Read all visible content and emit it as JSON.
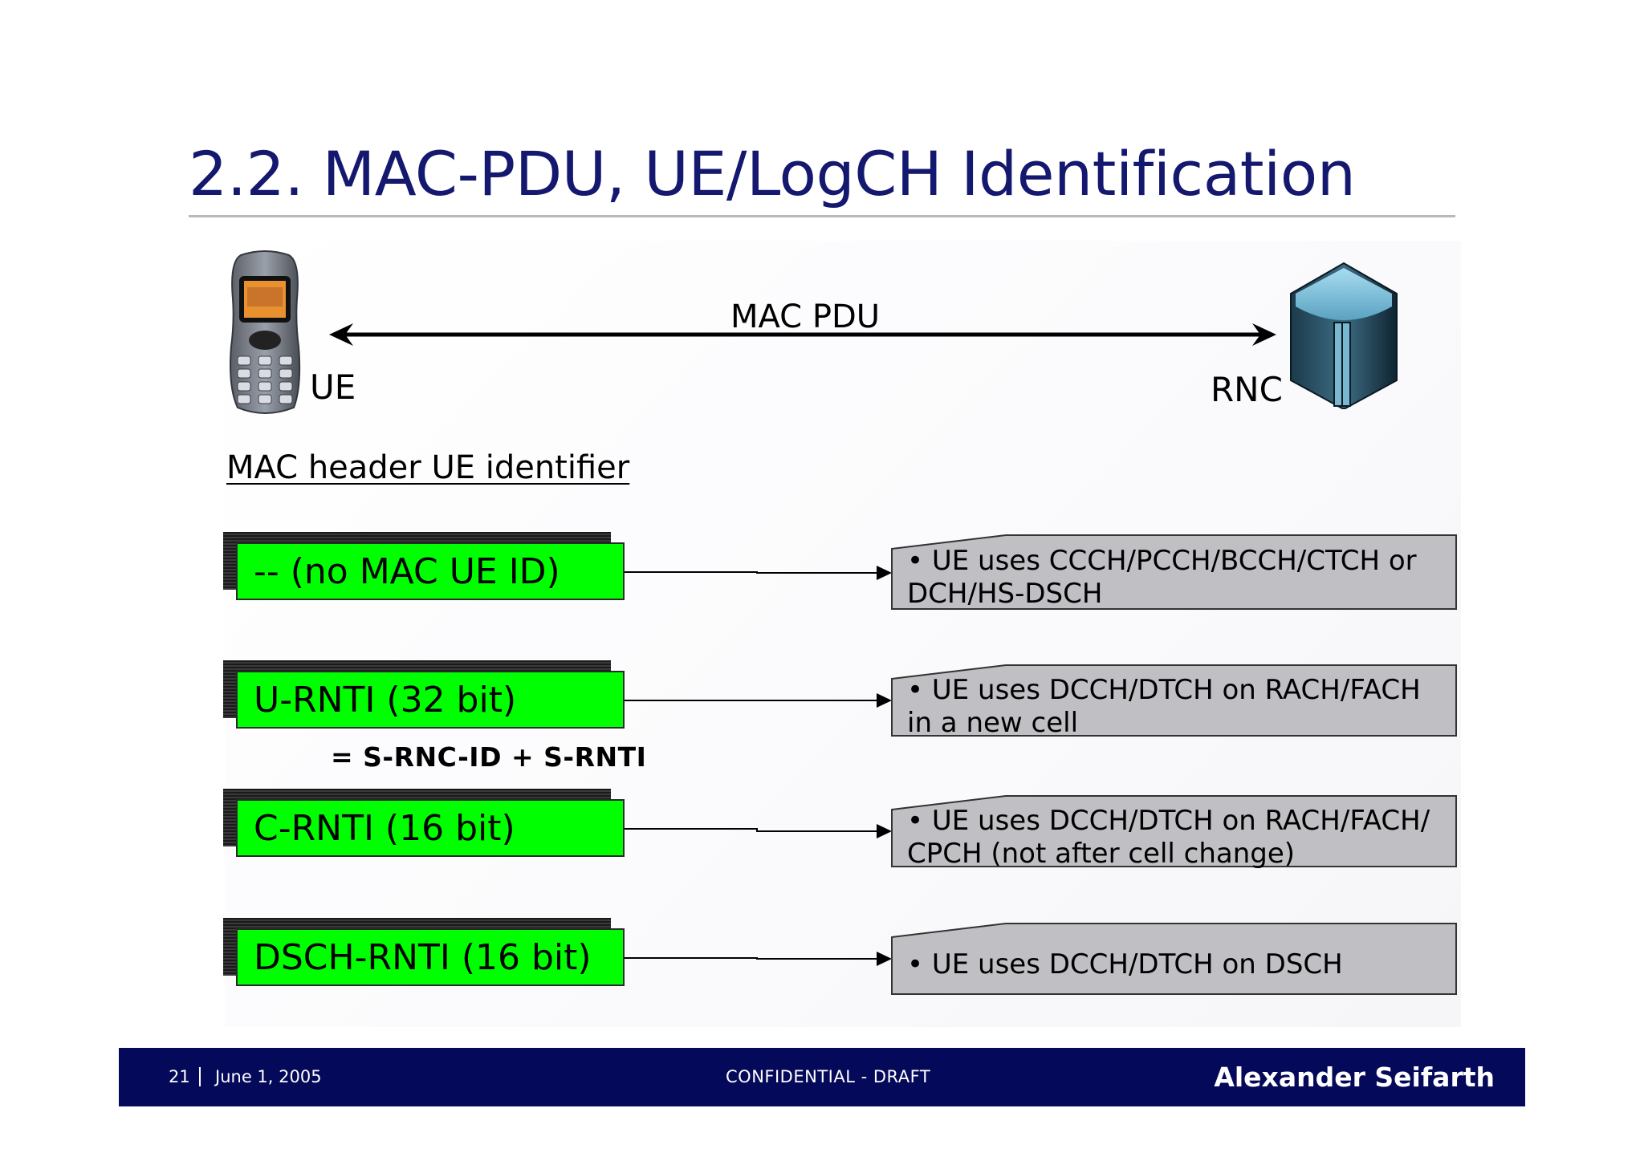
{
  "title": "2.2. MAC-PDU, UE/LogCH Identification",
  "diagram": {
    "ue_label": "UE",
    "rnc_label": "RNC",
    "link_label": "MAC PDU",
    "phone_icon": "mobile-phone-icon",
    "rnc_icon": "network-server-icon"
  },
  "section_heading": "MAC header UE identifier",
  "identifiers": [
    {
      "label": "-- (no MAC UE ID)",
      "description": "• UE uses CCCH/PCCH/BCCH/CTCH or DCH/HS-DSCH"
    },
    {
      "label": "U-RNTI (32 bit)",
      "description": "• UE uses DCCH/DTCH on RACH/FACH in a new cell"
    },
    {
      "label": "C-RNTI (16 bit)",
      "description": "• UE uses DCCH/DTCH on RACH/FACH/ CPCH (not after cell change)"
    },
    {
      "label": "DSCH-RNTI (16 bit)",
      "description": "• UE uses DCCH/DTCH on DSCH"
    }
  ],
  "formula": "= S-RNC-ID + S-RNTI",
  "footer": {
    "page": "21",
    "date": "June 1, 2005",
    "center": "CONFIDENTIAL - DRAFT",
    "author": "Alexander Seifarth"
  },
  "colors": {
    "title": "#14186e",
    "identifier_fill": "#00ff00",
    "description_fill": "#c0bfc4",
    "footer_bg": "#050959"
  }
}
